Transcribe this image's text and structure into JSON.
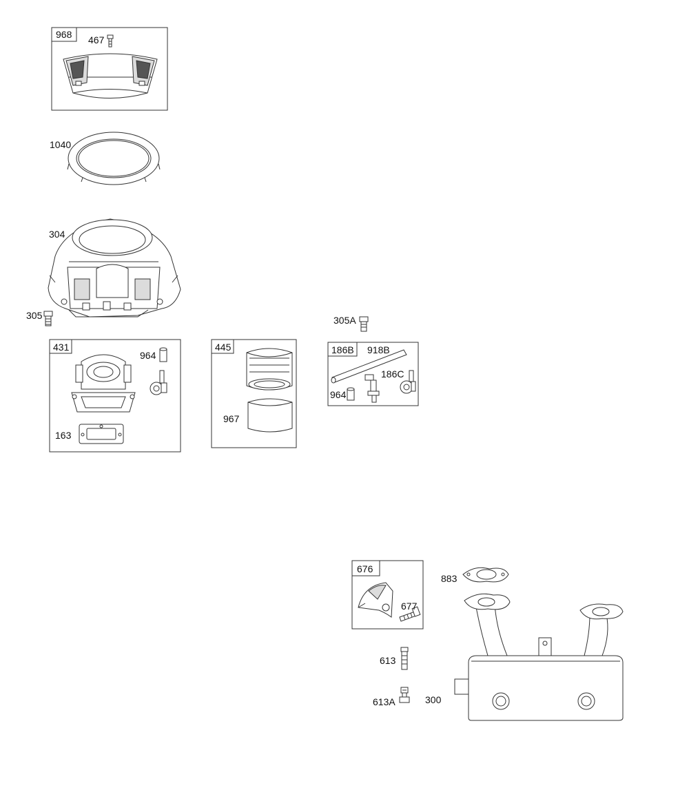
{
  "boxes": {
    "b968": "968",
    "b431": "431",
    "b445": "445",
    "b186B": "186B",
    "b676": "676"
  },
  "labels": {
    "l467": "467",
    "l1040": "1040",
    "l304": "304",
    "l305": "305",
    "l305A": "305A",
    "l964a": "964",
    "l163": "163",
    "l967": "967",
    "l918B": "918B",
    "l186C": "186C",
    "l964b": "964",
    "l883": "883",
    "l677": "677",
    "l613": "613",
    "l613A": "613A",
    "l300": "300"
  },
  "colors": {
    "line": "#333333",
    "background": "#ffffff"
  }
}
